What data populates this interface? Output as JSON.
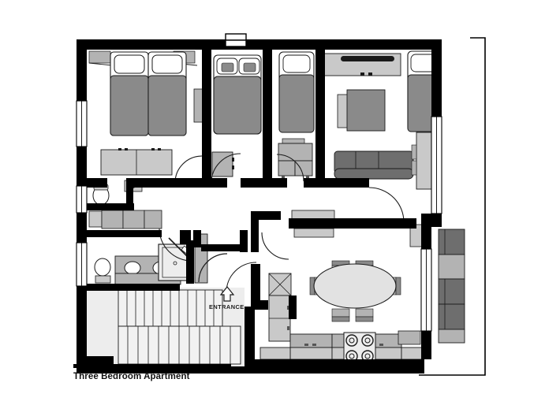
{
  "document": {
    "type": "architectural-floor-plan",
    "title": "Three Bedroom Apartment",
    "background_color": "#ffffff"
  },
  "labels": {
    "plan_title": "Three Bedroom Apartment",
    "entrance": "ENTRANCE"
  },
  "icons": {
    "entrance_arrow": "up-arrow-icon"
  },
  "palette": {
    "wall": "#000000",
    "floor": "#ffffff",
    "stair_floor": "#ededed",
    "furniture_light": "#c9c9c9",
    "furniture_mid": "#b3b3b3",
    "furniture_dark": "#8a8a8a",
    "furniture_darker": "#6e6e6e",
    "outline": "#1a1a1a",
    "window": "#ffffff",
    "balcony_outline": "#000000"
  },
  "rooms": [
    {
      "name": "master-bedroom",
      "furniture": [
        "twin-bed-left",
        "twin-bed-right",
        "nightstand-left",
        "nightstand-right",
        "dresser",
        "side-cabinet"
      ]
    },
    {
      "name": "bedroom-two",
      "furniture": [
        "double-bed",
        "dresser"
      ]
    },
    {
      "name": "bedroom-three",
      "furniture": [
        "single-bed",
        "desk",
        "drawer-unit"
      ]
    },
    {
      "name": "living-room",
      "furniture": [
        "tv-console",
        "armchair",
        "three-seat-sofa",
        "day-bed",
        "wardrobe"
      ]
    },
    {
      "name": "dining-room",
      "furniture": [
        "oval-dining-table",
        "dining-chair-x6",
        "console-table",
        "corner-cabinet"
      ]
    },
    {
      "name": "kitchen",
      "furniture": [
        "counter-run",
        "four-burner-hob",
        "base-cabinets"
      ]
    },
    {
      "name": "bathroom-upper",
      "furniture": [
        "toilet",
        "wall-cabinet"
      ]
    },
    {
      "name": "utility-room",
      "furniture": [
        "counter",
        "storage-units"
      ]
    },
    {
      "name": "bathroom-lower",
      "furniture": [
        "toilet",
        "double-sink-vanity",
        "shower-stall"
      ]
    },
    {
      "name": "stair-hall",
      "furniture": [
        "staircase-upper-flight",
        "staircase-lower-flight"
      ]
    },
    {
      "name": "terrace",
      "furniture": [
        "sectional-seating-run"
      ]
    },
    {
      "name": "hallway",
      "furniture": []
    }
  ]
}
